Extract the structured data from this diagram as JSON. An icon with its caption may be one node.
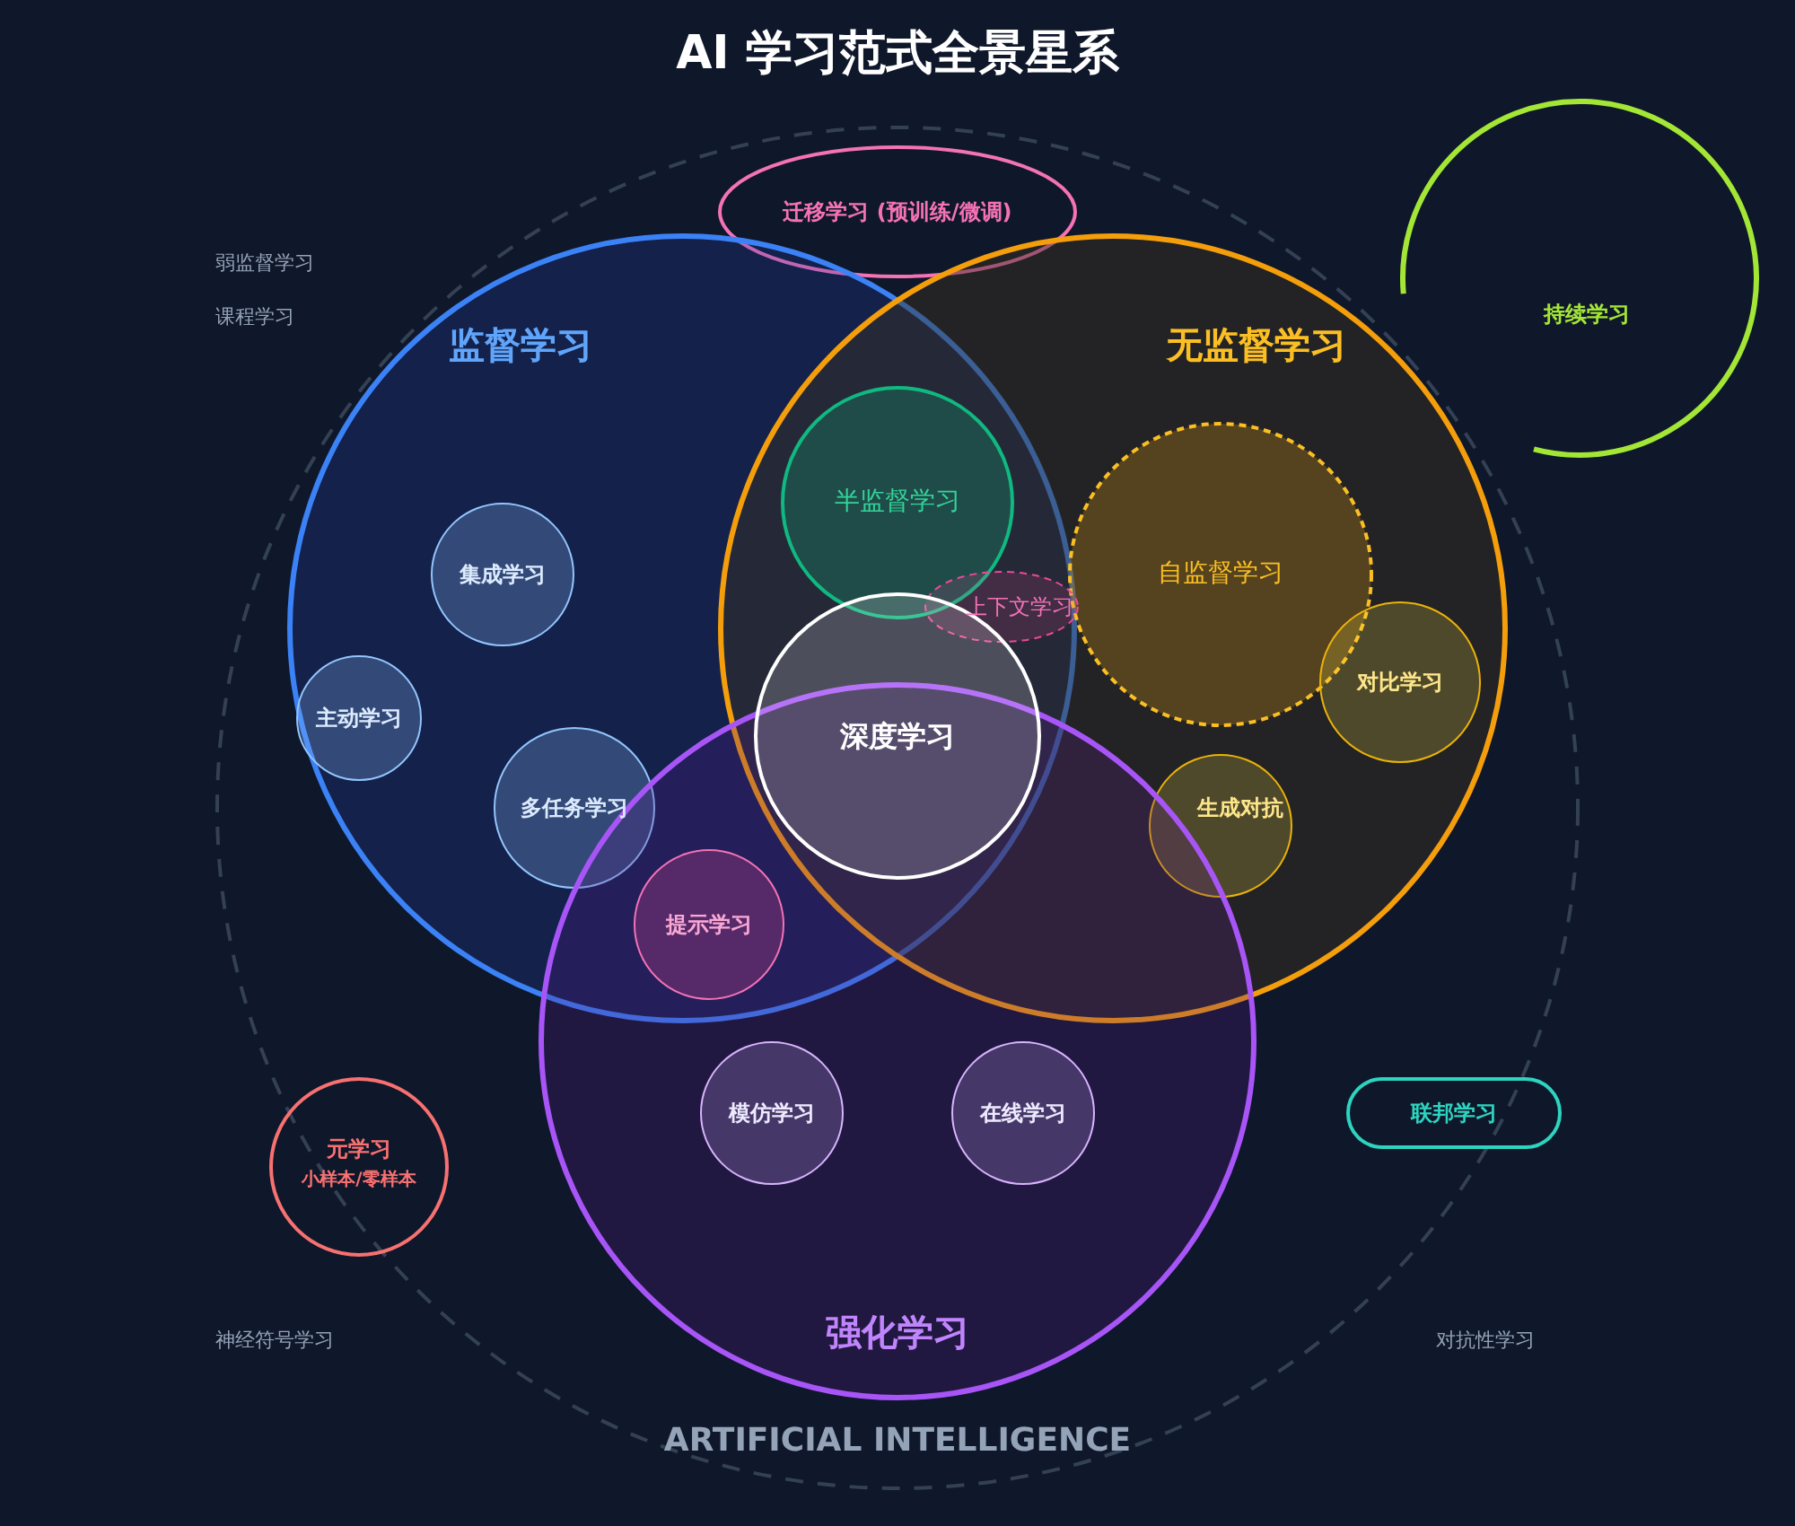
{
  "diagram": {
    "title": "AI 学习范式全景星系",
    "nodes": [
      {
        "text": [
          "ARTIFICIAL INTELLIGENCE"
        ]
      },
      {
        "text": [
          "迁移学习 (预训练/微调)"
        ],
        "in": 0
      },
      {
        "text": [
          "监督学习"
        ],
        "in": 0
      },
      {
        "text": [
          "无监督学习"
        ],
        "in": 0
      },
      {
        "text": [
          "半监督学习"
        ]
      },
      {
        "text": [
          "集成学习"
        ],
        "in": 2
      },
      {
        "text": [
          "自监督学习"
        ],
        "in": 3
      },
      {
        "text": [
          "上下文学习"
        ]
      },
      {
        "text": [
          "主动学习"
        ],
        "in": 2
      },
      {
        "text": [
          "深度学习"
        ]
      },
      {
        "text": [
          "对比学习"
        ],
        "in": 3
      },
      {
        "text": [
          "多任务学习"
        ],
        "in": 2
      },
      {
        "text": [
          "生成对抗"
        ],
        "in": 3
      },
      {
        "text": [
          "提示学习"
        ]
      },
      {
        "text": [
          "强化学习"
        ],
        "in": 0
      },
      {
        "text": [
          "模仿学习"
        ],
        "in": 14
      },
      {
        "text": [
          "在线学习"
        ],
        "in": 14
      },
      {
        "text": [
          "持续学习"
        ]
      },
      {
        "text": [
          "元学习",
          "小样本/零样本"
        ],
        "in": 0
      },
      {
        "text": [
          "联邦学习"
        ],
        "in": 0
      }
    ],
    "labels": [
      "弱监督学习",
      "课程学习",
      "神经符号学习",
      "对抗性学习"
    ]
  }
}
